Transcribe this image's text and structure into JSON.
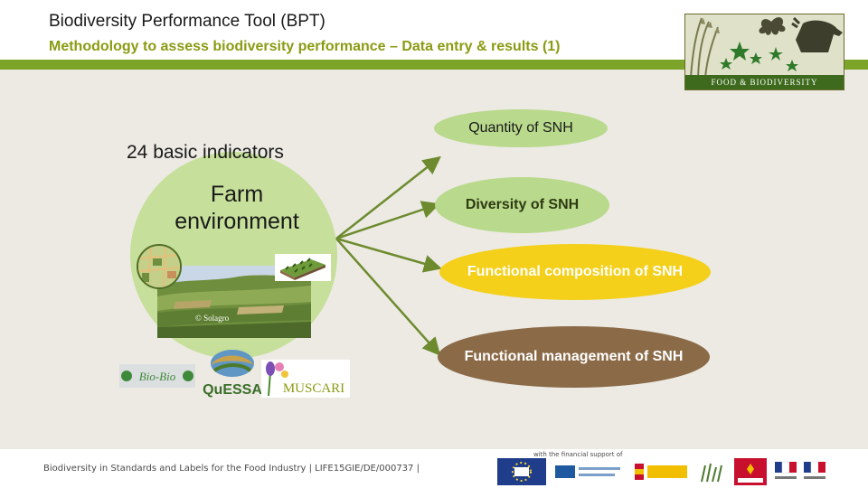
{
  "header": {
    "title": "Biodiversity Performance Tool (BPT)",
    "subtitle": "Methodology to assess biodiversity performance – Data entry & results (1)"
  },
  "logo_food_biodiversity": {
    "text": "FOOD & BIODIVERSITY",
    "icon": "food-biodiversity-logo"
  },
  "left": {
    "heading": "24 basic indicators",
    "circle_label": "Farm environment",
    "photo_credit": "© Solagro"
  },
  "results": [
    {
      "label": "Quantity of SNH",
      "color": "#b9d98c"
    },
    {
      "label": "Diversity of SNH",
      "color": "#b9d98c"
    },
    {
      "label": "Functional composition of SNH",
      "color": "#f4d01a"
    },
    {
      "label": "Functional management of SNH",
      "color": "#8b6a47"
    }
  ],
  "partner_logos": {
    "biobio": "Bio-Bio",
    "quessa": "QuESSA",
    "muscari": "MUSCARI"
  },
  "footer": {
    "text": "Biodiversity in Standards and Labels for the Food Industry | LIFE15GIE/DE/000737 |",
    "support": "with the financial support of"
  },
  "colors": {
    "accent_green": "#7ba428",
    "subtitle_olive": "#8a9b12",
    "background": "#eceae3"
  }
}
